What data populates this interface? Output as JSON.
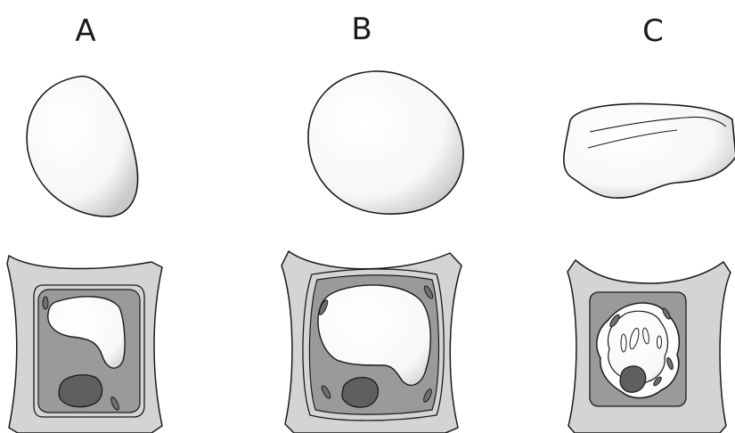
{
  "panels": [
    {
      "id": "A",
      "label": "A"
    },
    {
      "id": "B",
      "label": "B"
    },
    {
      "id": "C",
      "label": "C"
    }
  ],
  "colors": {
    "outline": "#1a1a1a",
    "cell_wall": "#d4d4d4",
    "cytoplasm": "#9a9a9a",
    "nucleus": "#5f5f5f",
    "organelle": "#707070",
    "vacuole": "#ffffff",
    "shadow": "#c8c8c8"
  }
}
